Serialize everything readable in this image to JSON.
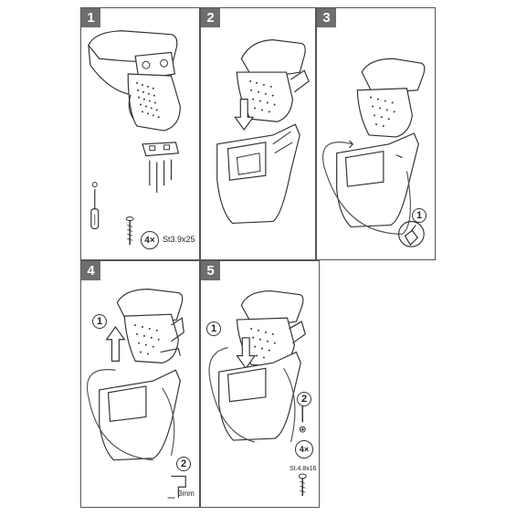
{
  "steps": [
    {
      "number": "1"
    },
    {
      "number": "2"
    },
    {
      "number": "3"
    },
    {
      "number": "4"
    },
    {
      "number": "5"
    }
  ],
  "step1": {
    "screw_qty": "4×",
    "screw_spec": "St3.9x25"
  },
  "step3": {
    "callout": "1"
  },
  "step4": {
    "callout_lift": "1",
    "callout_drill": "2",
    "drill_size": "3mm"
  },
  "step5": {
    "callout_push": "1",
    "callout_screw": "2",
    "screw_qty": "4×",
    "screw_spec": "St.4.8x16"
  },
  "colors": {
    "badge": "#6e6e6e",
    "border": "#555555",
    "line": "#333333"
  }
}
